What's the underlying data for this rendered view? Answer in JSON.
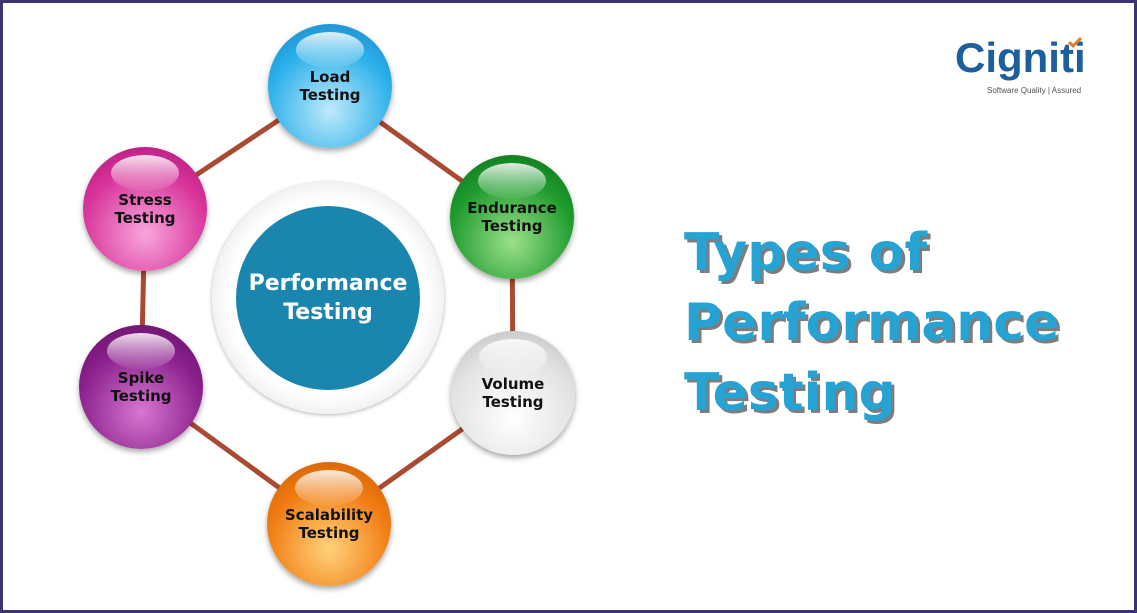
{
  "center": {
    "label": "Performance\nTesting"
  },
  "nodes": [
    {
      "label": "Load\nTesting",
      "color": "#2ab0ea"
    },
    {
      "label": "Endurance\nTesting",
      "color": "#1c9a2c"
    },
    {
      "label": "Volume\nTesting",
      "color": "#d8d8d8"
    },
    {
      "label": "Scalability\nTesting",
      "color": "#f07a10"
    },
    {
      "label": "Spike\nTesting",
      "color": "#8a1f8c"
    },
    {
      "label": "Stress\nTesting",
      "color": "#d8339a"
    }
  ],
  "title": "Types of\nPerformance\nTesting",
  "logo": {
    "name": "Cigniti",
    "tagline": "Software Quality | Assured"
  },
  "colors": {
    "connector": "#a94a32",
    "title": "#27a3d3",
    "border": "#3b3470"
  }
}
